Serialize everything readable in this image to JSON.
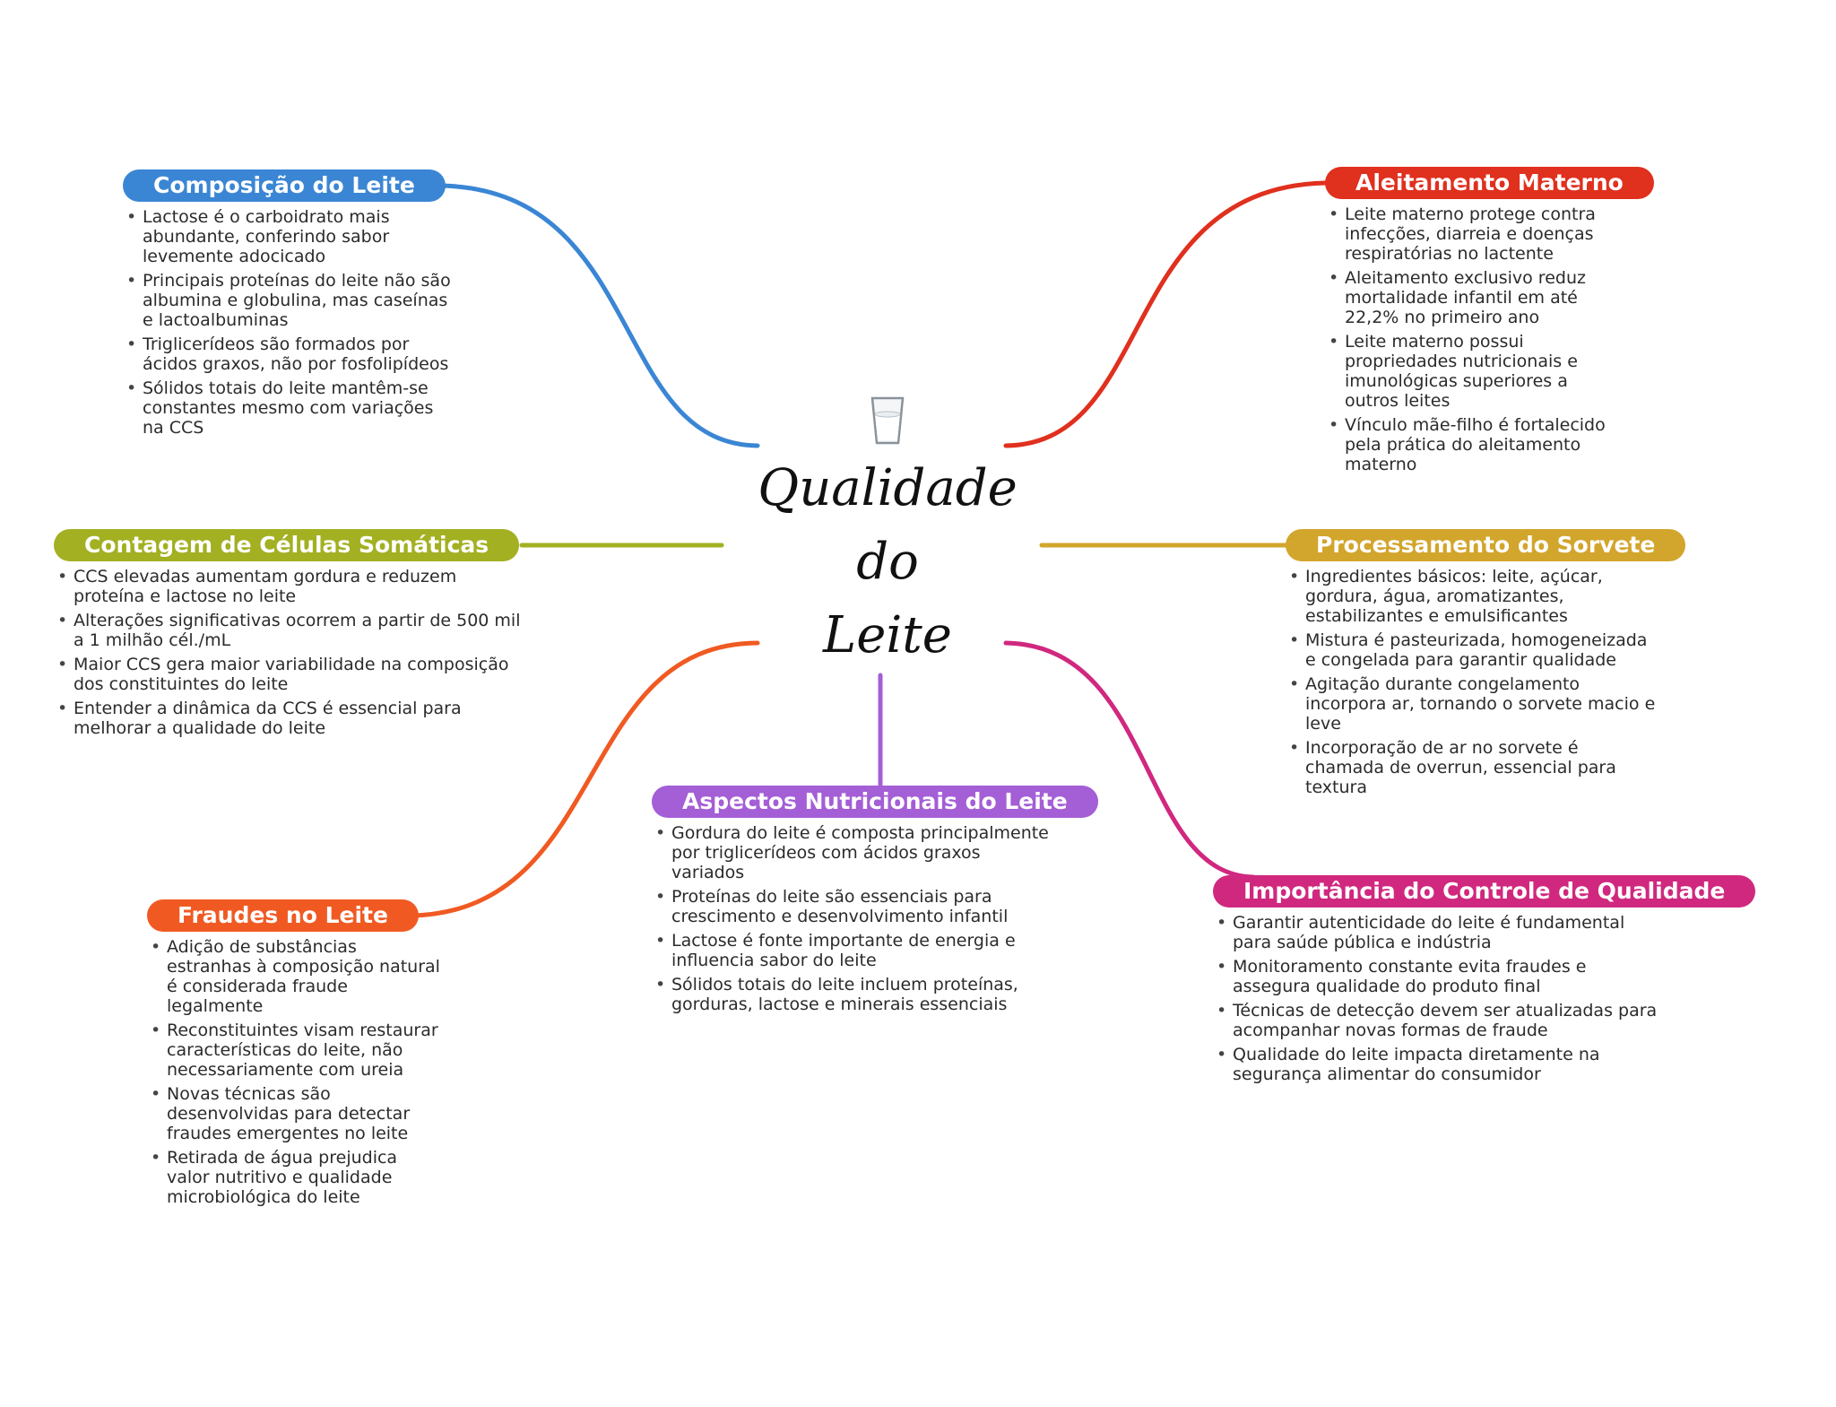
{
  "center": {
    "title_lines": [
      "Qualidade",
      "do",
      "Leite"
    ],
    "icon": "milk-glass-icon"
  },
  "branches": {
    "composicao": {
      "title": "Composição do Leite",
      "color": "#3a86d4",
      "items": [
        "Lactose é o carboidrato mais abundante, conferindo sabor levemente adocicado",
        "Principais proteínas do leite não são albumina e globulina, mas caseínas e lactoalbuminas",
        "Triglicerídeos são formados por ácidos graxos, não por fosfolipídeos",
        "Sólidos totais do leite mantêm-se constantes mesmo com variações na CCS"
      ]
    },
    "ccs": {
      "title": "Contagem de Células Somáticas",
      "color": "#a2b022",
      "items": [
        "CCS elevadas aumentam gordura e reduzem proteína e lactose no leite",
        "Alterações significativas ocorrem a partir de 500 mil a 1 milhão cél./mL",
        "Maior CCS gera maior variabilidade na composição dos constituintes do leite",
        "Entender a dinâmica da CCS é essencial para melhorar a qualidade do leite"
      ]
    },
    "fraudes": {
      "title": "Fraudes no Leite",
      "color": "#f05a22",
      "items": [
        "Adição de substâncias estranhas à composição natural é considerada fraude legalmente",
        "Reconstituintes visam restaurar características do leite, não necessariamente com ureia",
        "Novas técnicas são desenvolvidas para detectar fraudes emergentes no leite",
        "Retirada de água prejudica valor nutritivo e qualidade microbiológica do leite"
      ]
    },
    "nutricionais": {
      "title": "Aspectos Nutricionais do Leite",
      "color": "#a45ed6",
      "items": [
        "Gordura do leite é composta principalmente por triglicerídeos com ácidos graxos variados",
        "Proteínas do leite são essenciais para crescimento e desenvolvimento infantil",
        "Lactose é fonte importante de energia e influencia sabor do leite",
        "Sólidos totais do leite incluem proteínas, gorduras, lactose e minerais essenciais"
      ]
    },
    "aleitamento": {
      "title": "Aleitamento Materno",
      "color": "#e0301e",
      "items": [
        "Leite materno protege contra infecções, diarreia e doenças respiratórias no lactente",
        "Aleitamento exclusivo reduz mortalidade infantil em até 22,2% no primeiro ano",
        "Leite materno possui propriedades nutricionais e imunológicas superiores a outros leites",
        "Vínculo mãe-filho é fortalecido pela prática do aleitamento materno"
      ]
    },
    "sorvete": {
      "title": "Processamento do Sorvete",
      "color": "#d2a52c",
      "items": [
        "Ingredientes básicos: leite, açúcar, gordura, água, aromatizantes, estabilizantes e emulsificantes",
        "Mistura é pasteurizada, homogeneizada e congelada para garantir qualidade",
        "Agitação durante congelamento incorpora ar, tornando o sorvete macio e leve",
        "Incorporação de ar no sorvete é chamada de overrun, essencial para textura"
      ]
    },
    "controle": {
      "title": "Importância do Controle de Qualidade",
      "color": "#d0287f",
      "items": [
        "Garantir autenticidade do leite é fundamental para saúde pública e indústria",
        "Monitoramento constante evita fraudes e assegura qualidade do produto final",
        "Técnicas de detecção devem ser atualizadas para acompanhar novas formas de fraude",
        "Qualidade do leite impacta diretamente na segurança alimentar do consumidor"
      ]
    }
  }
}
